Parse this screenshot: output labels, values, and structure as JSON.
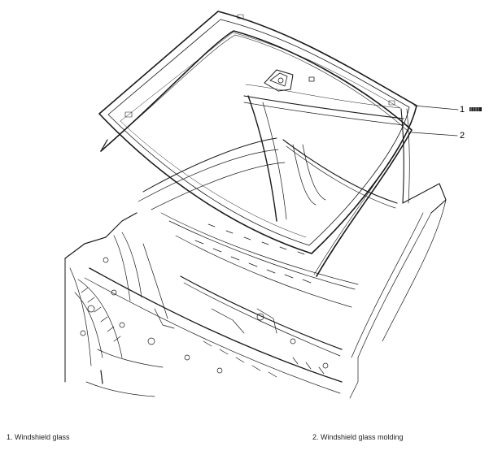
{
  "callouts": [
    {
      "number": "1",
      "part": "windshield-glass"
    },
    {
      "number": "2",
      "part": "windshield-glass-molding"
    }
  ],
  "legend": {
    "item1": "1. Windshield glass",
    "item2": "2. Windshield glass molding"
  },
  "colors": {
    "line": "#1a1a1a",
    "background": "#ffffff"
  }
}
